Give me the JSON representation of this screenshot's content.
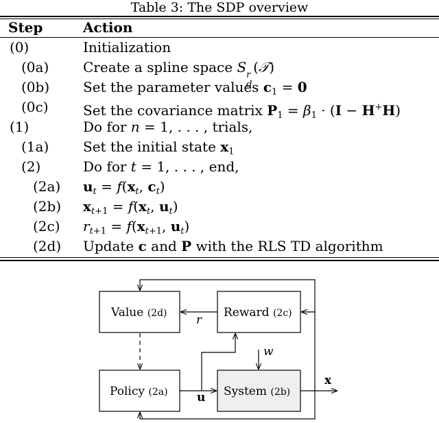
{
  "table": {
    "caption": "Table 3: The SDP overview",
    "headers": {
      "step": "Step",
      "action": "Action"
    },
    "rows": [
      {
        "step": "(0)",
        "action_text": "Initialization"
      },
      {
        "step": "(0a)",
        "action_text": "Create a spline space S_d^r(𝒯)"
      },
      {
        "step": "(0b)",
        "action_text": "Set the parameter values c_1 = 0"
      },
      {
        "step": "(0c)",
        "action_text": "Set the covariance matrix P_1 = β_1 · (I − H^+H)"
      },
      {
        "step": "(1)",
        "action_text": "Do for n = 1, . . . , trials,"
      },
      {
        "step": "(1a)",
        "action_text": "Set the initial state x_1"
      },
      {
        "step": "(2)",
        "action_text": "Do for t = 1, . . . , end,"
      },
      {
        "step": "(2a)",
        "action_text": "u_t = f(x_t, c_t)"
      },
      {
        "step": "(2b)",
        "action_text": "x_{t+1} = f(x_t, u_t)"
      },
      {
        "step": "(2c)",
        "action_text": "r_{t+1} = f(x_{t+1}, u_t)"
      },
      {
        "step": "(2d)",
        "action_text": "Update c and P with the RLS TD algorithm"
      }
    ]
  },
  "diagram": {
    "blocks": {
      "value": {
        "label": "Value",
        "tag": "(2d)"
      },
      "reward": {
        "label": "Reward",
        "tag": "(2c)"
      },
      "policy": {
        "label": "Policy",
        "tag": "(2a)"
      },
      "system": {
        "label": "System",
        "tag": "(2b)"
      }
    },
    "signals": {
      "r": "r",
      "u": "u",
      "w": "w",
      "x": "x"
    },
    "colors": {
      "system_fill": "#efefef",
      "stroke": "#000000"
    }
  }
}
